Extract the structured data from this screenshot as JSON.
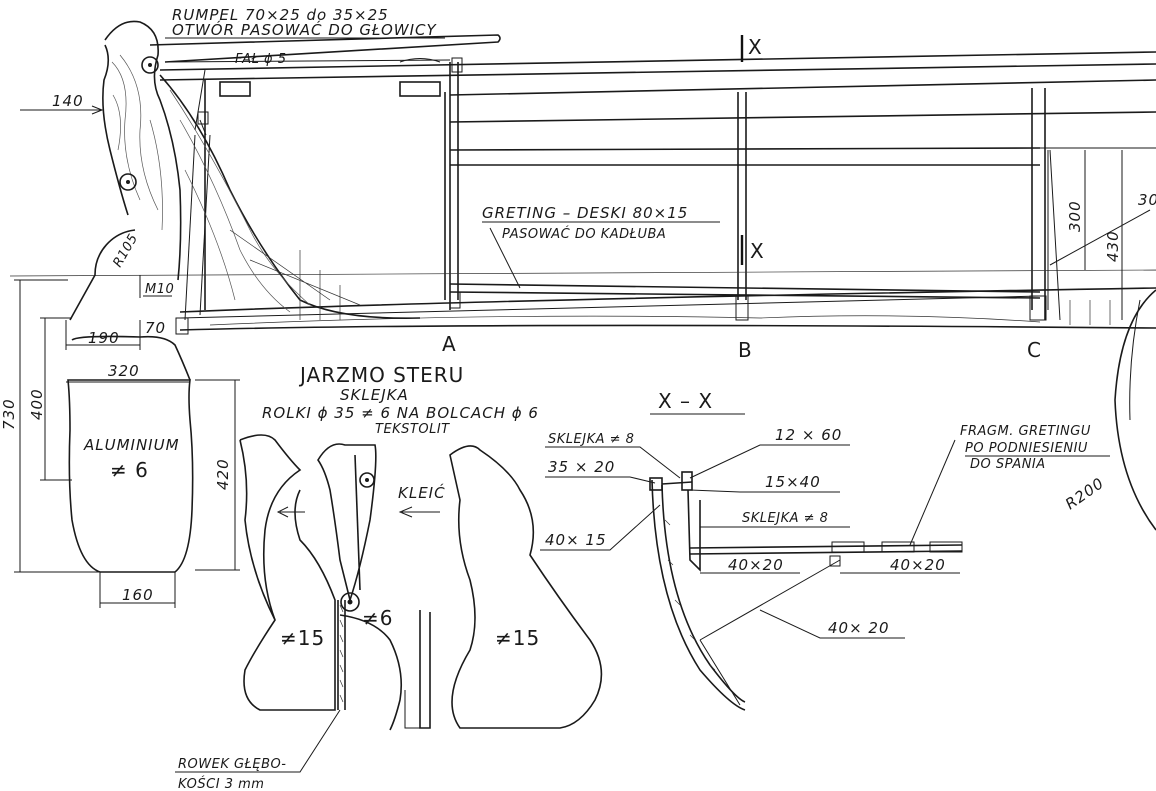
{
  "rumpel": {
    "line1": "RUMPEL 70×25 do 35×25",
    "line2": "OTWÓR PASOWAĆ DO GŁOWICY"
  },
  "fal": "FAŁ ϕ 5",
  "section_mark": "X",
  "greting": {
    "line1": "GRETING – DESKI 80×15",
    "line2": "PASOWAĆ DO KADŁUBA"
  },
  "dimensions": {
    "d140": "140",
    "r105": "R105",
    "m10": "M10",
    "d190": "190",
    "d70": "70",
    "d320": "320",
    "d400": "400",
    "d730": "730",
    "d420": "420",
    "d160": "160",
    "d300": "300",
    "d430": "430",
    "d30": "30",
    "r200": "R200"
  },
  "stations": {
    "a": "A",
    "b": "B",
    "c": "C"
  },
  "rudder_plate": {
    "material": "ALUMINIUM",
    "thickness": "≠ 6"
  },
  "jarzmo": {
    "title": "JARZMO STERU",
    "line1": "SKLEJKA",
    "line2": "ROLKI ϕ 35 ≠ 6 NA BOLCACH ϕ 6",
    "line3": "TEKSTOLIT",
    "klej": "KLEIĆ",
    "t15a": "≠15",
    "t6": "≠6",
    "t15b": "≠15"
  },
  "rowek": {
    "line1": "ROWEK GŁĘBO-",
    "line2": "KOŚCI 3 mm"
  },
  "xsection": {
    "title": "X – X",
    "sklejka8a": "SKLEJKA ≠ 8",
    "d35x20": "35 × 20",
    "d12x60": "12 × 60",
    "d15x40": "15×40",
    "sklejka8b": "SKLEJKA ≠ 8",
    "d40x15": "40× 15",
    "d40x20a": "40×20",
    "d40x20b": "40×20",
    "d40x20c": "40× 20"
  },
  "fragm": {
    "line1": "FRAGM. GRETINGU",
    "line2": "PO PODNIESIENIU",
    "line3": "DO SPANIA"
  }
}
